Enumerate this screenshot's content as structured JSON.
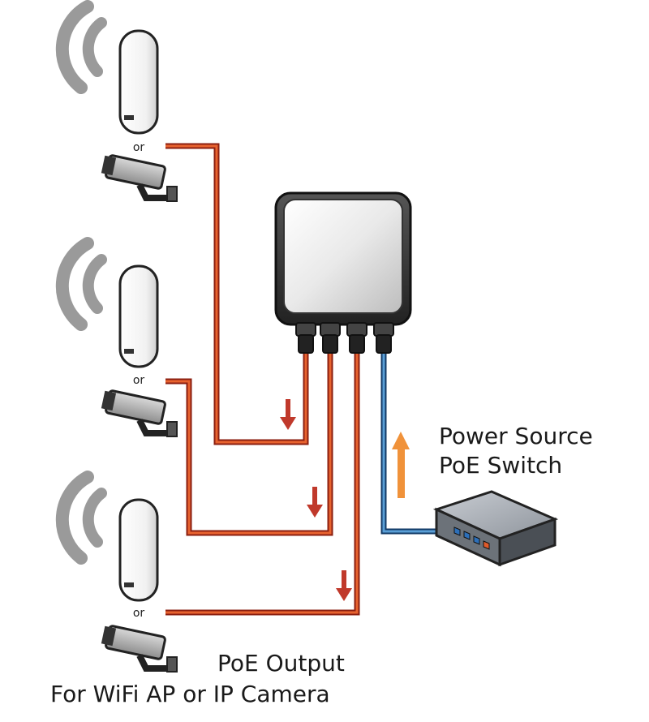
{
  "devices": [
    {
      "or_label": "or"
    },
    {
      "or_label": "or"
    },
    {
      "or_label": "or"
    }
  ],
  "power_source": {
    "line1": "Power Source",
    "line2": "PoE Switch"
  },
  "poe_output": {
    "line1": "PoE Output",
    "line2": "For WiFi AP or IP Camera"
  },
  "colors": {
    "output_cable": "#8b1f10",
    "output_cable_inner": "#e8632f",
    "input_cable": "#123a66",
    "input_cable_inner": "#5a9fd6",
    "down_arrow": "#c0392b",
    "up_arrow": "#f0923a",
    "signal_waves": "#9a9a9a"
  }
}
